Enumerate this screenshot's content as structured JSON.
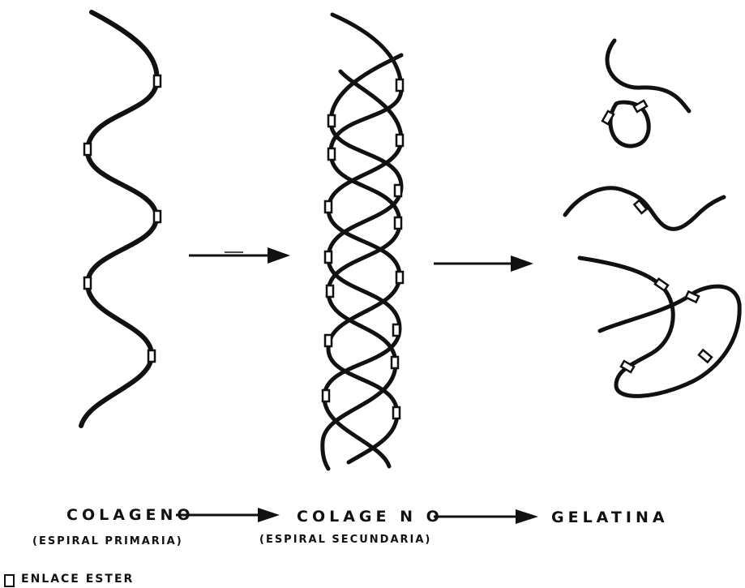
{
  "labels": {
    "primary_title": "COLAGENO",
    "primary_subtitle": "(ESPIRAL PRIMARIA)",
    "secondary_title": "COLAGE N O",
    "secondary_subtitle": "(ESPIRAL SECUNDARIA)",
    "tertiary_title": "GELATINA"
  },
  "legend": {
    "symbol": "square-icon",
    "label": "ENLACE ESTER"
  },
  "colors": {
    "ink": "#111111",
    "background": "#ffffff"
  }
}
